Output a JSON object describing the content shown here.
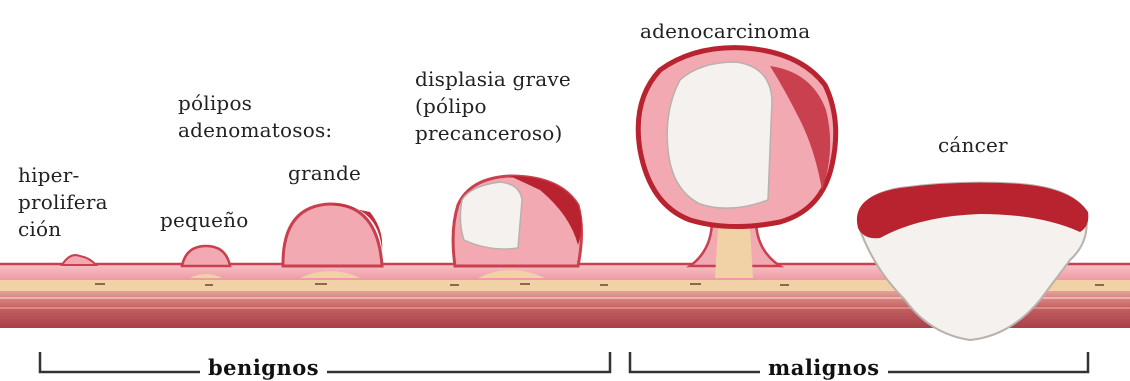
{
  "labels": {
    "hiperproliferacion": "hiper-\nprolifera\nción",
    "pequeno": "pequeño",
    "polipos_adenomatosos": "pólipos\nadenomatosos:",
    "grande": "grande",
    "displasia_grave": "displasia grave\n(pólipo\nprecanceroso)",
    "adenocarcinoma": "adenocarcinoma",
    "cancer": "cáncer"
  },
  "groups": {
    "benignos": "benignos",
    "malignos": "malignos"
  },
  "colors": {
    "mucosa": "#f2a9b2",
    "mucosa_dark": "#c9404e",
    "submucosa": "#f1d1a6",
    "muscle": "#c96a6a",
    "tumor_white": "#f4f1ee",
    "tumor_red": "#b8232f"
  }
}
